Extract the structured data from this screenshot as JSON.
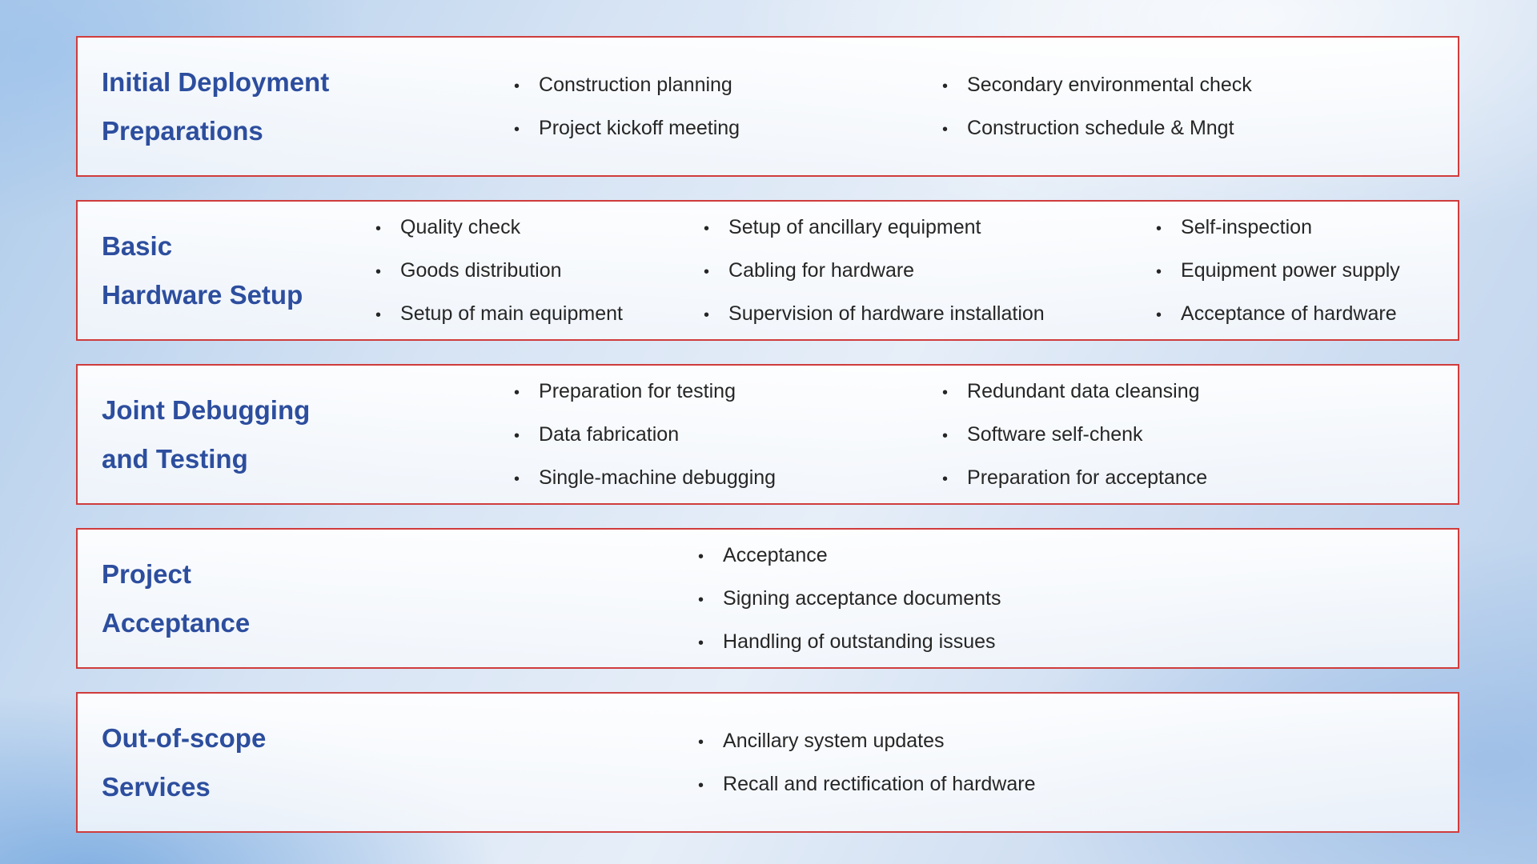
{
  "colors": {
    "card_border": "#d03c3c",
    "heading": "#2d4e9e",
    "body_text": "#262626"
  },
  "bullet_glyph": "•",
  "sections": [
    {
      "title_lines": [
        "Initial Deployment",
        "Preparations"
      ],
      "columns": [
        [
          "Construction planning",
          "Project kickoff meeting"
        ],
        [
          "Secondary environmental check",
          "Construction schedule & Mngt"
        ]
      ]
    },
    {
      "title_lines": [
        "Basic",
        "Hardware Setup"
      ],
      "columns": [
        [
          "Quality check",
          "Goods distribution",
          "Setup of main equipment"
        ],
        [
          "Setup of ancillary equipment",
          "Cabling for hardware",
          "Supervision of hardware installation"
        ],
        [
          "Self-inspection",
          "Equipment power supply",
          "Acceptance of hardware"
        ]
      ]
    },
    {
      "title_lines": [
        "Joint Debugging",
        "and Testing"
      ],
      "columns": [
        [
          "Preparation for testing",
          "Data fabrication",
          "Single-machine debugging"
        ],
        [
          "Redundant data cleansing",
          "Software self-chenk",
          "Preparation for acceptance"
        ]
      ]
    },
    {
      "title_lines": [
        "Project",
        "Acceptance"
      ],
      "columns": [
        [
          "Acceptance",
          "Signing acceptance documents",
          "Handling of outstanding issues"
        ]
      ]
    },
    {
      "title_lines": [
        "Out-of-scope",
        "Services"
      ],
      "columns": [
        [
          "Ancillary system updates",
          "Recall and rectification of hardware"
        ]
      ]
    }
  ]
}
